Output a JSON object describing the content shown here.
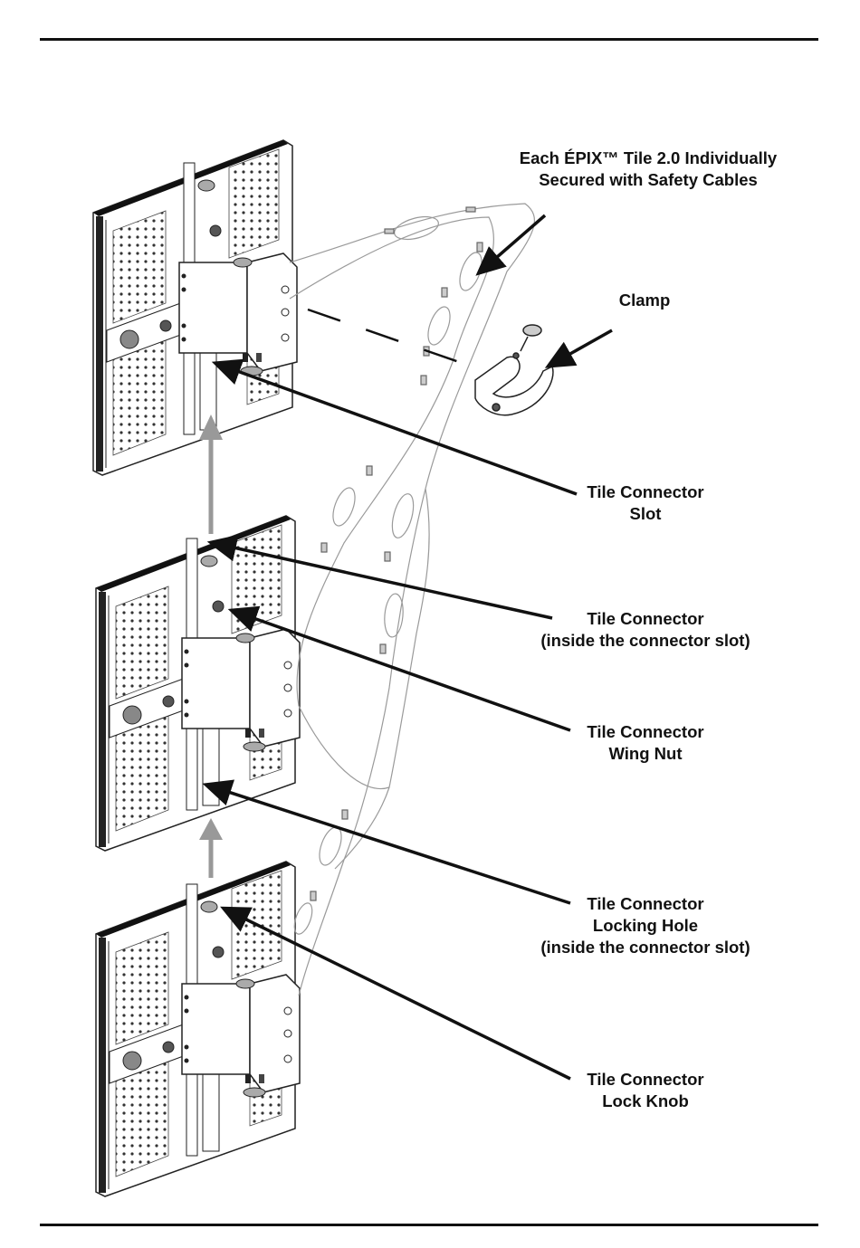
{
  "diagram": {
    "labels": {
      "safety_cables": [
        "Each ÉPIX™ Tile 2.0 Individually",
        "Secured with  Safety Cables"
      ],
      "clamp": [
        "Clamp"
      ],
      "connector_slot": [
        "Tile Connector",
        "Slot"
      ],
      "connector": [
        "Tile Connector",
        "(inside the connector slot)"
      ],
      "wing_nut": [
        "Tile Connector",
        "Wing Nut"
      ],
      "locking_hole": [
        "Tile Connector",
        "Locking Hole",
        "(inside the connector slot)"
      ],
      "lock_knob": [
        "Tile Connector",
        "Lock Knob"
      ]
    },
    "colors": {
      "ink": "#111111",
      "panel_stroke": "#222222",
      "cable": "#9a9a9a",
      "assembly_arrow": "#999999"
    }
  }
}
